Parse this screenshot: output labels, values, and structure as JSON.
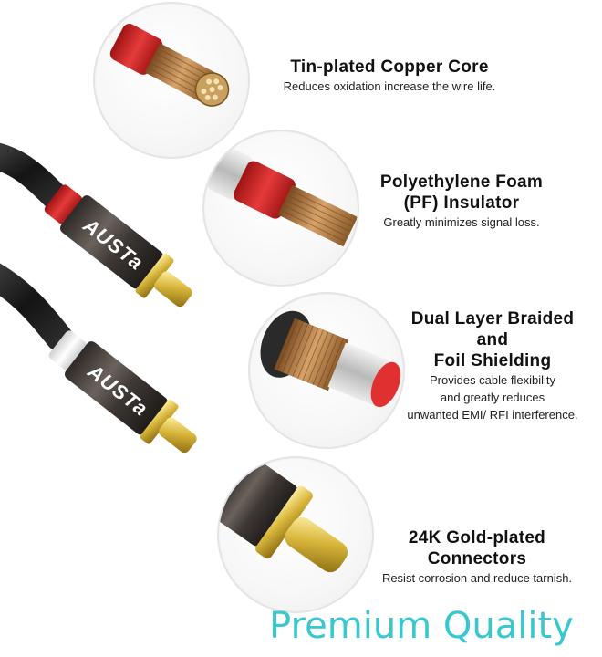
{
  "brand_logo": "AUSTa",
  "features": [
    {
      "title_lines": [
        "Tin-plated Copper Core"
      ],
      "desc_lines": [
        "Reduces oxidation increase the wire life."
      ]
    },
    {
      "title_lines": [
        "Polyethylene Foam",
        "(PF) Insulator"
      ],
      "desc_lines": [
        "Greatly minimizes signal loss."
      ]
    },
    {
      "title_lines": [
        "Dual Layer Braided",
        "and",
        "Foil Shielding"
      ],
      "desc_lines": [
        "Provides cable flexibility",
        "and greatly reduces",
        "unwanted EMI/ RFI interference."
      ]
    },
    {
      "title_lines": [
        "24K Gold-plated",
        "Connectors"
      ],
      "desc_lines": [
        "Resist corrosion and reduce tarnish."
      ]
    }
  ],
  "tagline": "Premium Quality",
  "colors": {
    "tagline": "#39c8cf",
    "red_collar": "#d42a2a",
    "white_collar": "#f2f2f2",
    "gold": "#d8b63a",
    "connector_body": "#4a4440",
    "cable": "#1c1c1c"
  },
  "icons": [
    "copper-core-icon",
    "insulator-icon",
    "shielding-icon",
    "gold-connector-icon"
  ]
}
